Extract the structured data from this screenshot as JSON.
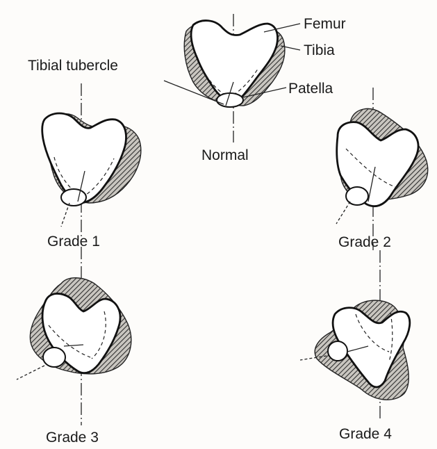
{
  "labels": {
    "femur": "Femur",
    "tibia": "Tibia",
    "patella": "Patella",
    "tibial_tubercle": "Tibial tubercle"
  },
  "stages": [
    {
      "id": "normal",
      "label": "Normal"
    },
    {
      "id": "grade1",
      "label": "Grade 1"
    },
    {
      "id": "grade2",
      "label": "Grade 2"
    },
    {
      "id": "grade3",
      "label": "Grade 3"
    },
    {
      "id": "grade4",
      "label": "Grade 4"
    }
  ],
  "colors": {
    "line": "#111111",
    "hatch": "#3a3a3a",
    "background": "#fdfcfa"
  }
}
